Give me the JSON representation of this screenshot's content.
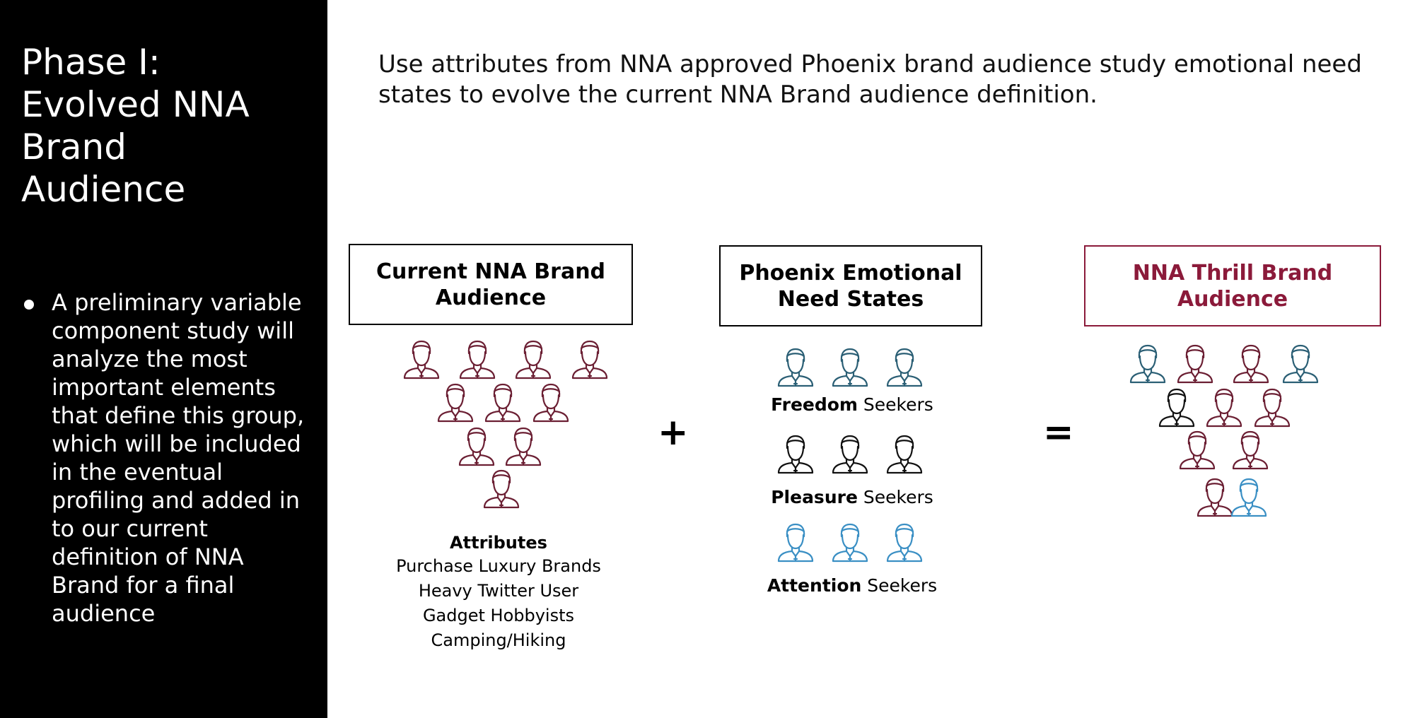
{
  "sidebar": {
    "title_lines": [
      "Phase I:",
      "Evolved NNA",
      "Brand",
      "Audience"
    ],
    "bullet": "A preliminary variable component study will analyze the most important elements that define this group, which will be included in the eventual profiling and added in to our current definition of NNA Brand for a final audience"
  },
  "intro": "Use attributes from NNA approved Phoenix brand audience study emotional need states to evolve the current NNA Brand audience definition.",
  "current": {
    "title": "Current NNA Brand Audience",
    "attributes_heading": "Attributes",
    "attributes": [
      "Purchase Luxury Brands",
      "Heavy Twitter User",
      "Gadget Hobbyists",
      "Camping/Hiking"
    ]
  },
  "phoenix": {
    "title": "Phoenix Emotional Need States",
    "groups": [
      {
        "bold": "Freedom",
        "rest": " Seekers"
      },
      {
        "bold": "Pleasure",
        "rest": " Seekers"
      },
      {
        "bold": "Attention",
        "rest": " Seekers"
      }
    ]
  },
  "thrill": {
    "title": "NNA Thrill Brand Audience"
  },
  "operators": {
    "plus": "+",
    "equals": "="
  },
  "icon_name": "person-icon",
  "colors": {
    "maroon": "#6b1f33",
    "accent_red": "#8b1a3a",
    "teal": "#2b5f75",
    "blue": "#3a8fc4",
    "black": "#111111"
  }
}
